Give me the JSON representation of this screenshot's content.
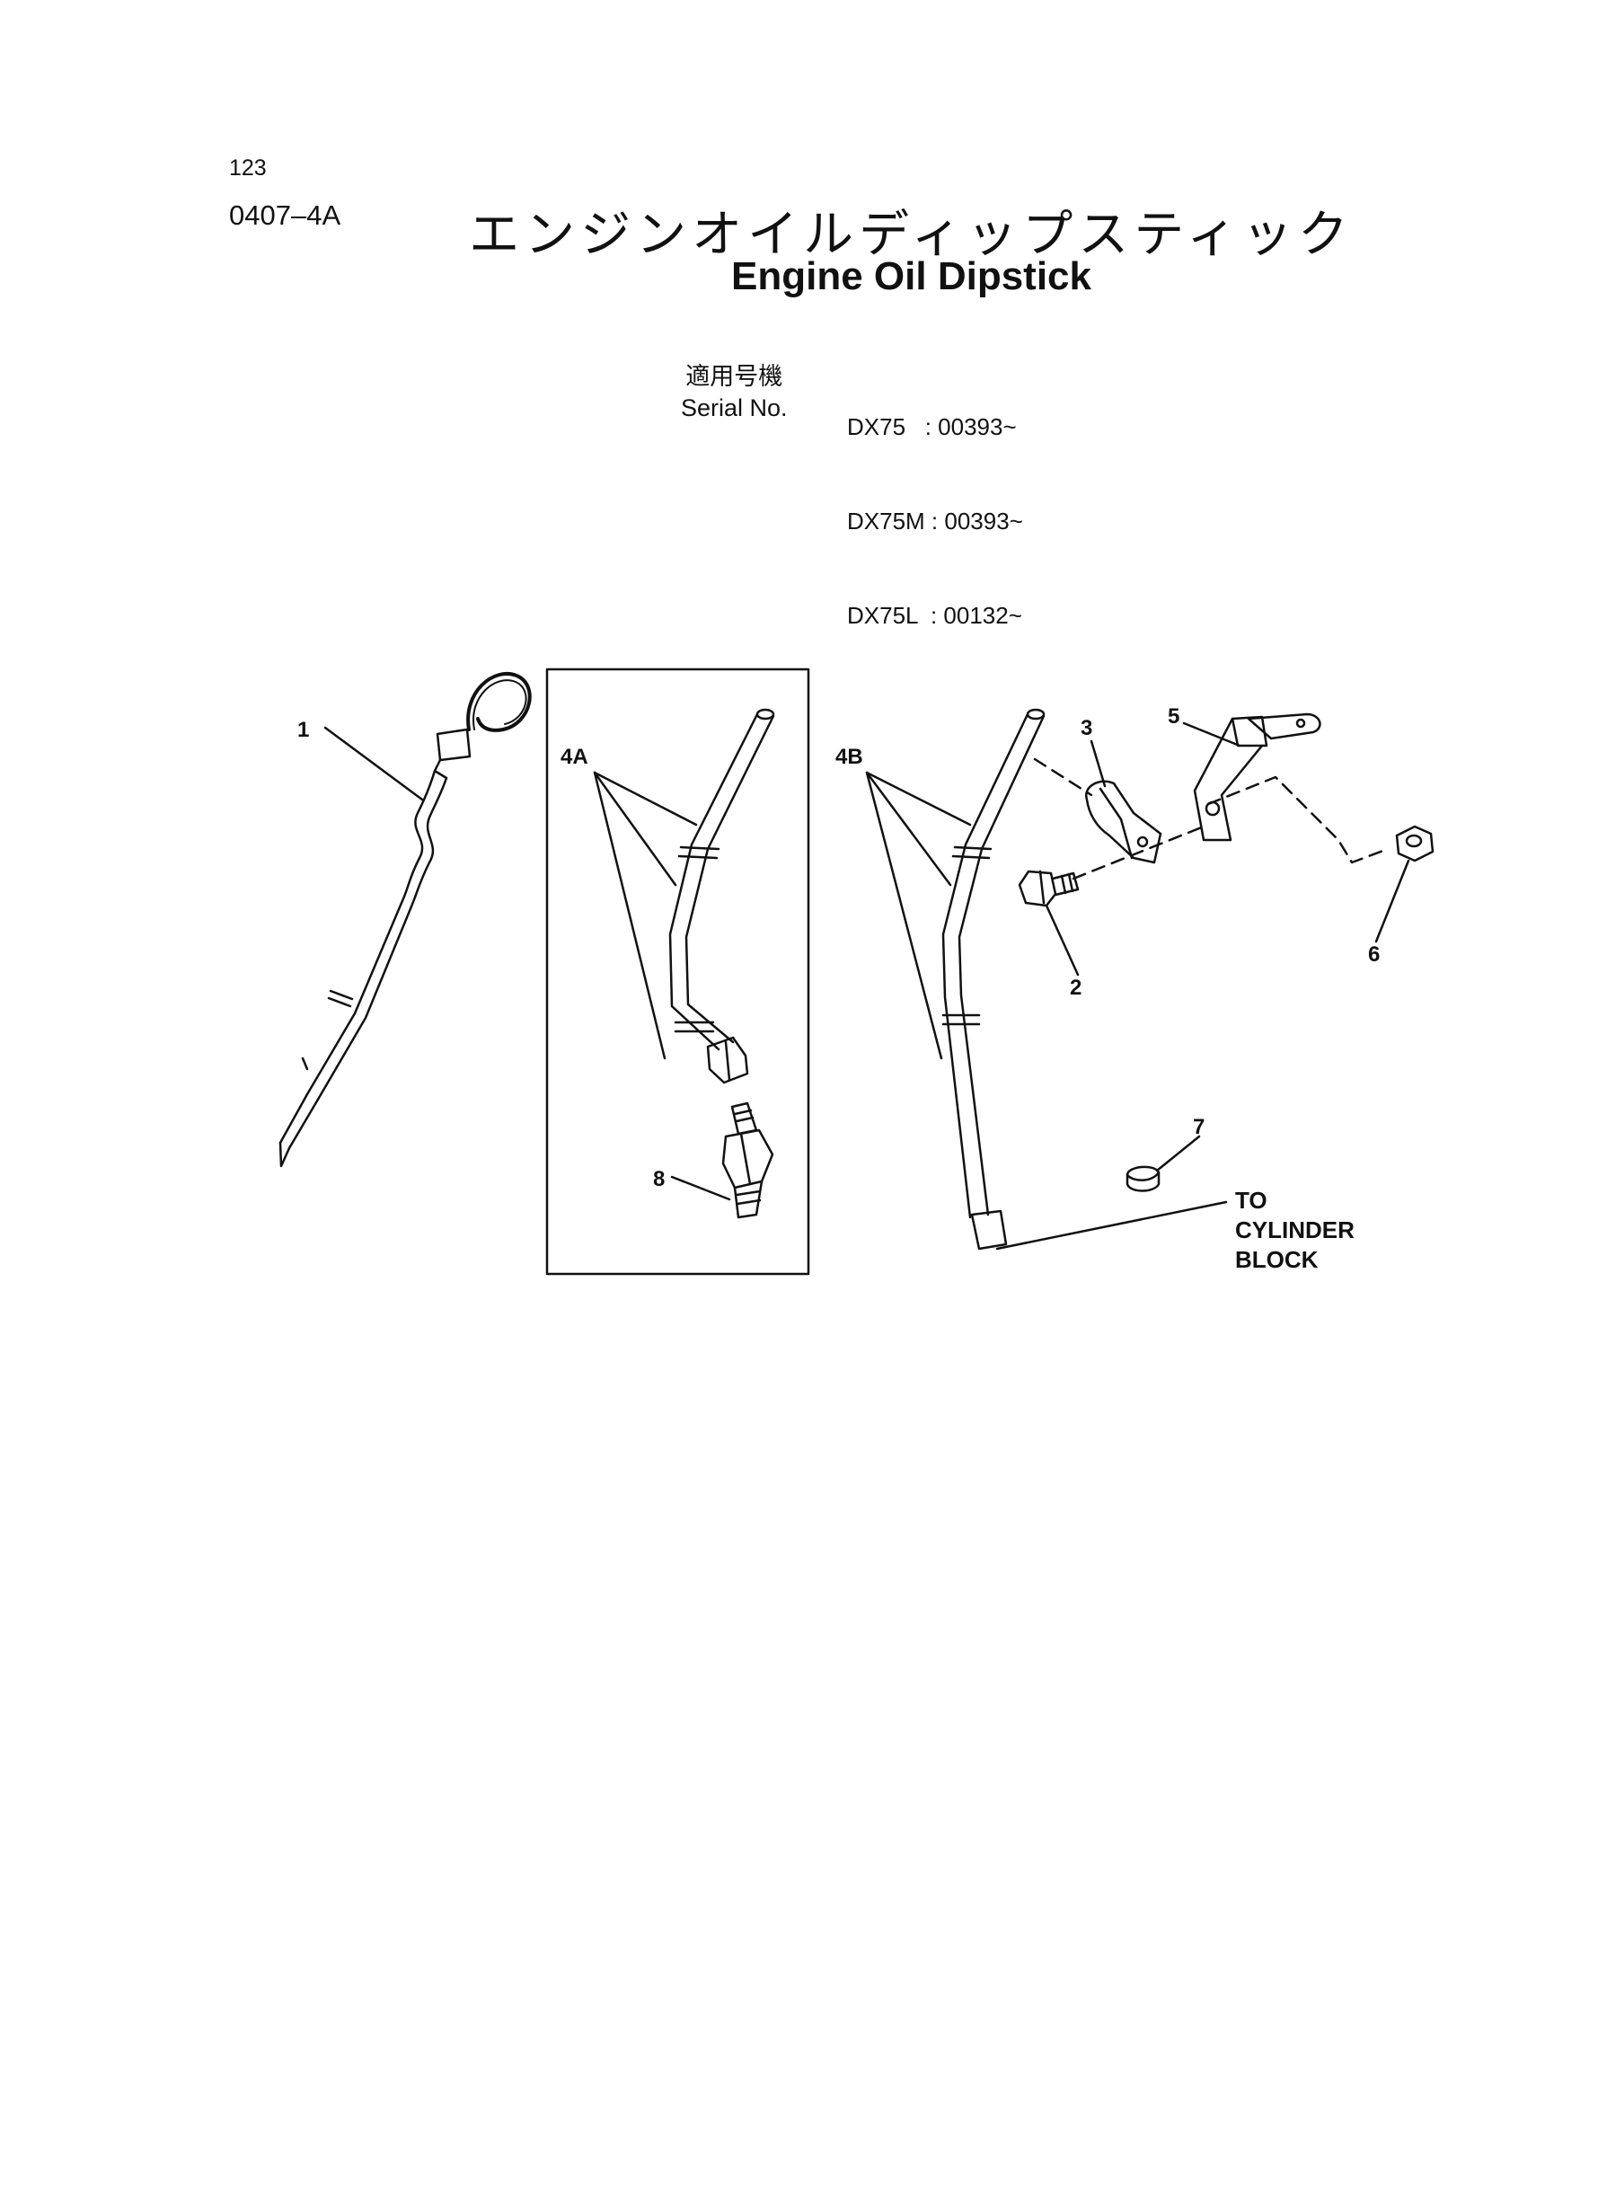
{
  "header": {
    "page_number": "123",
    "section_code": "0407–4A",
    "title_jp": "エンジンオイルディップスティック",
    "title_en": "Engine Oil Dipstick"
  },
  "serial": {
    "label_jp": "適用号機",
    "label_en": "Serial No.",
    "models": [
      "DX75   : 00393~",
      "DX75M : 00393~",
      "DX75L  : 00132~"
    ]
  },
  "callouts": {
    "c1": "1",
    "c2": "2",
    "c3": "3",
    "c4a": "4A",
    "c4b": "4B",
    "c5": "5",
    "c6": "6",
    "c7": "7",
    "c8": "8"
  },
  "note": {
    "line1": "TO",
    "line2": "CYLINDER",
    "line3": "BLOCK"
  }
}
